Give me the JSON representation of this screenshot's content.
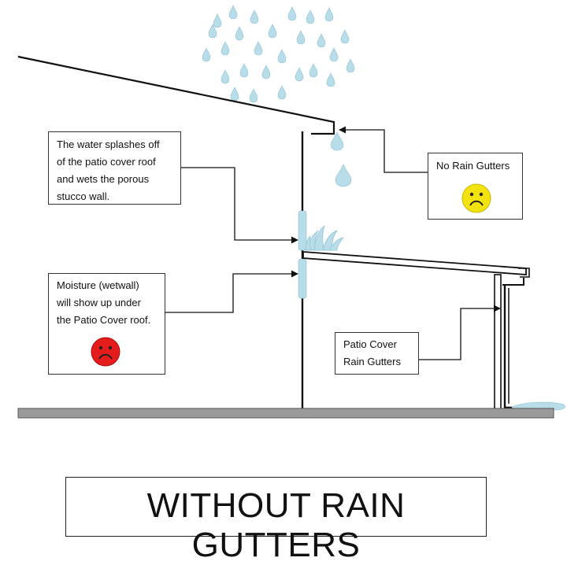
{
  "title": "WITHOUT RAIN GUTTERS",
  "callouts": {
    "splash": [
      "The water splashes off",
      "of the patio cover roof",
      "and wets the porous",
      "stucco wall."
    ],
    "no_gutters": "No Rain Gutters",
    "moisture": [
      "Moisture (wetwall)",
      "will show up under",
      "the Patio Cover roof."
    ],
    "patio_gutters": [
      "Patio Cover",
      "Rain Gutters"
    ]
  },
  "icons": {
    "no_gutters_face": "sad-face-icon",
    "moisture_face": "sad-face-icon",
    "rain": "raindrop-icon"
  },
  "colors": {
    "water": "#b8dce8",
    "water_outline": "#8cc3d6",
    "sad_yellow": "#f2e20e",
    "sad_red": "#e51c1c",
    "ground": "#9a9a9a",
    "line": "#111111"
  }
}
